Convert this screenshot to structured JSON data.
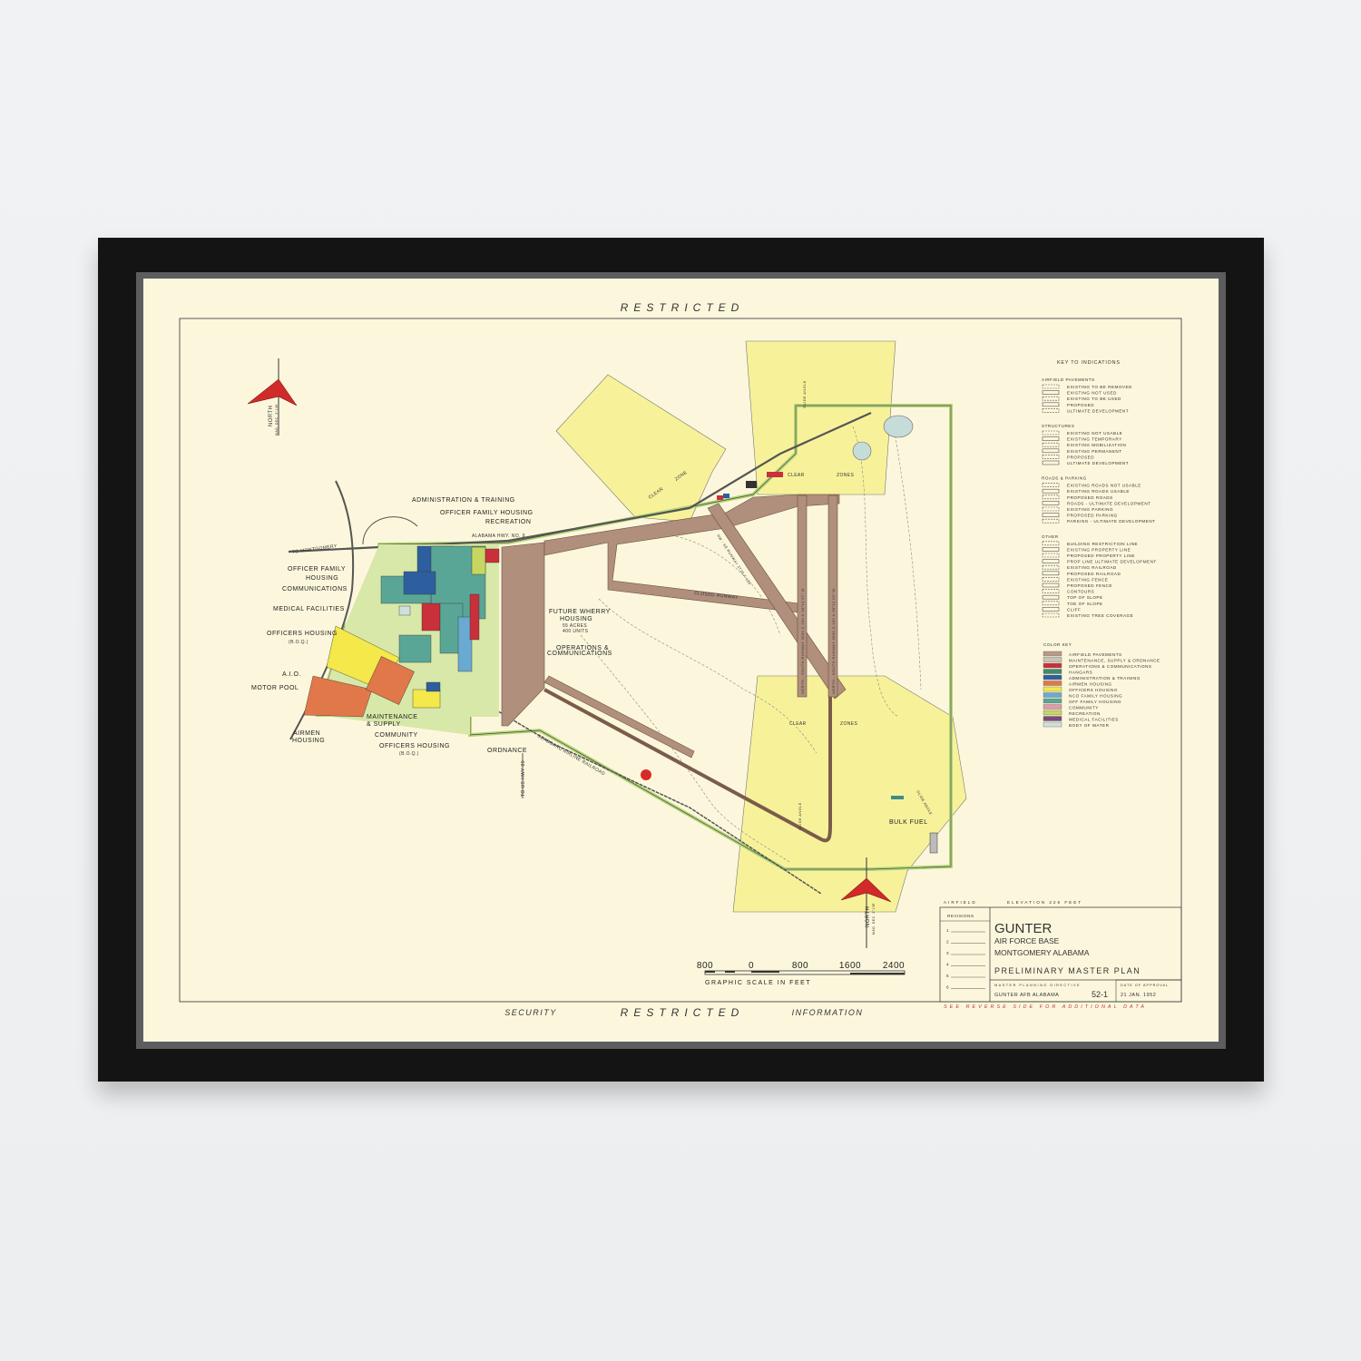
{
  "banner_top": "RESTRICTED",
  "banner_bottom": {
    "left": "SECURITY",
    "center": "RESTRICTED",
    "right": "INFORMATION"
  },
  "north_arrow": {
    "label": "NORTH",
    "sub": "MAG. DEC. 3°13E"
  },
  "map_labels": {
    "admin_training": "ADMINISTRATION & TRAINING",
    "officer_family_housing_top": "OFFICER FAMILY HOUSING",
    "recreation": "RECREATION",
    "hwy": "ALABAMA HWY. NO. 9",
    "to_montgomery": "TO MONTGOMERY",
    "officer_family_housing_1": "OFFICER FAMILY",
    "officer_family_housing_2": "HOUSING",
    "communications": "COMMUNICATIONS",
    "medical": "MEDICAL FACILITIES",
    "officers_housing_boq": "OFFICERS HOUSING",
    "boq": "(B.O.Q.)",
    "aio": "A.I.O.",
    "motor_pool": "MOTOR POOL",
    "airmen_housing_1": "AIRMEN",
    "airmen_housing_2": "HOUSING",
    "maintenance_1": "MAINTENANCE",
    "maintenance_2": "& SUPPLY",
    "community": "COMMUNITY",
    "officers_housing_2": "OFFICERS HOUSING",
    "boq2": "(B.O.Q.)",
    "ordnance": "ORDNANCE",
    "to_us_hwy": "TO US HWY 80",
    "railroad": "SEABOARD AIRLINE RAILROAD",
    "wherry_1": "FUTURE WHERRY",
    "wherry_2": "HOUSING",
    "wherry_3": "55 ACRES",
    "wherry_4": "400 UNITS",
    "ops_comm_1": "OPERATIONS &",
    "ops_comm_2": "COMMUNICATIONS",
    "closed_runway": "CLOSED  RUNWAY",
    "nw_se_runway": "NW - SE RUNWAY 3770 X 150",
    "ns_runway_1": "NORTH - SOUTH RUNWAY 3500 X 150  N 00°14'27\" W",
    "ns_runway_2": "NORTH - SOUTH RUNWAY 3500 X 150  N 00°11'19\" W",
    "clear": "CLEAR",
    "zone": "ZONE",
    "zones": "ZONES",
    "glide_angle": "GLIDE ANGLE",
    "bulk_fuel": "BULK FUEL"
  },
  "legend": {
    "title": "KEY TO INDICATIONS",
    "sections": [
      {
        "heading": "AIRFIELD PAVEMENTS",
        "items": [
          "EXISTING TO BE REMOVED",
          "EXISTING NOT USED",
          "EXISTING TO BE USED",
          "PROPOSED",
          "ULTIMATE DEVELOPMENT"
        ]
      },
      {
        "heading": "STRUCTURES",
        "items": [
          "EXISTING NOT USABLE",
          "EXISTING TEMPORARY",
          "EXISTING MOBILIZATION",
          "EXISTING PERMANENT",
          "PROPOSED",
          "ULTIMATE DEVELOPMENT"
        ]
      },
      {
        "heading": "ROADS & PARKING",
        "items": [
          "EXISTING ROADS NOT USABLE",
          "EXISTING ROADS USABLE",
          "PROPOSED ROADS",
          "ROADS - ULTIMATE DEVELOPMENT",
          "EXISTING PARKING",
          "PROPOSED PARKING",
          "PARKING - ULTIMATE DEVELOPMENT"
        ]
      },
      {
        "heading": "OTHER",
        "items": [
          "BUILDING RESTRICTION LINE",
          "EXISTING PROPERTY LINE",
          "PROPOSED PROPERTY LINE",
          "PROP LINE ULTIMATE DEVELOPMENT",
          "EXISTING RAILROAD",
          "PROPOSED RAILROAD",
          "EXISTING FENCE",
          "PROPOSED FENCE",
          "CONTOURS",
          "TOP OF SLOPE",
          "TOE OF SLOPE",
          "CLIFF",
          "EXISTING TREE COVERAGE"
        ]
      }
    ],
    "color_key": {
      "heading": "COLOR KEY",
      "items": [
        {
          "label": "AIRFIELD PAVEMENTS",
          "color": "#b89a86"
        },
        {
          "label": "MAINTENANCE, SUPPLY & ORDNANCE",
          "color": "#c9c2b4"
        },
        {
          "label": "OPERATIONS & COMMUNICATIONS",
          "color": "#c9303a"
        },
        {
          "label": "HANGARS",
          "color": "#3f8a6a"
        },
        {
          "label": "ADMINISTRATION & TRAINING",
          "color": "#2d5f9e"
        },
        {
          "label": "AIRMEN HOUSING",
          "color": "#e0784a"
        },
        {
          "label": "OFFICERS HOUSING",
          "color": "#f4e84a"
        },
        {
          "label": "NCO FAMILY HOUSING",
          "color": "#6aaad0"
        },
        {
          "label": "OFF FAMILY HOUSING",
          "color": "#5aa696"
        },
        {
          "label": "COMMUNITY",
          "color": "#e39aa8"
        },
        {
          "label": "RECREATION",
          "color": "#c6d660"
        },
        {
          "label": "MEDICAL FACILITIES",
          "color": "#7a4a78"
        },
        {
          "label": "BODY OF WATER",
          "color": "#cfe0dc"
        }
      ]
    }
  },
  "title_block": {
    "elevation_label": "AIRFIELD",
    "elevation": "ELEVATION 226 FEET",
    "revisions": "REVISIONS",
    "revision_numbers": [
      "1",
      "2",
      "3",
      "4",
      "5",
      "6"
    ],
    "name": "GUNTER",
    "subtitle": "AIR FORCE BASE",
    "location": "MONTGOMERY ALABAMA",
    "plan": "PRELIMINARY  MASTER  PLAN",
    "directive_heading": "MASTER  PLANNING  DIRECTIVE",
    "directive_place": "GUNTER AFB ALABAMA",
    "directive_number": "52-1",
    "approval_heading": "DATE OF APPROVAL",
    "approval_date": "21 JAN. 1952",
    "note": "SEE REVERSE SIDE FOR ADDITIONAL DATA"
  },
  "scale": {
    "ticks": [
      "800",
      "0",
      "800",
      "1600",
      "2400"
    ],
    "label": "GRAPHIC SCALE IN FEET"
  },
  "colors": {
    "paper": "#fcf7dc",
    "clear_zone": "#f7f29a",
    "pavement": "#b08f7c",
    "boundary": "#b7d77a",
    "arrow": "#d02a2a",
    "frame": "#141414"
  }
}
